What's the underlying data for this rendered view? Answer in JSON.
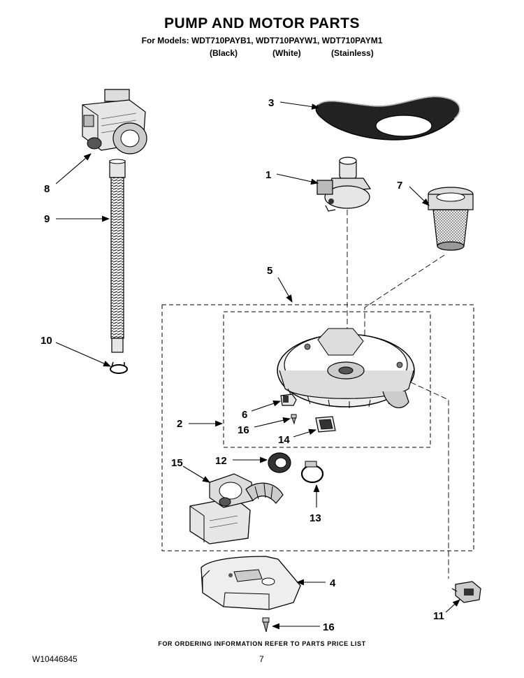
{
  "header": {
    "title": "PUMP AND MOTOR PARTS",
    "models_line": "For Models: WDT710PAYB1, WDT710PAYW1, WDT710PAYM1",
    "finishes": [
      "(Black)",
      "(White)",
      "(Stainless)"
    ]
  },
  "callouts": [
    {
      "id": "callout-1",
      "label": "1"
    },
    {
      "id": "callout-2",
      "label": "2"
    },
    {
      "id": "callout-3",
      "label": "3"
    },
    {
      "id": "callout-4",
      "label": "4"
    },
    {
      "id": "callout-5",
      "label": "5"
    },
    {
      "id": "callout-6",
      "label": "6"
    },
    {
      "id": "callout-7",
      "label": "7"
    },
    {
      "id": "callout-8",
      "label": "8"
    },
    {
      "id": "callout-9",
      "label": "9"
    },
    {
      "id": "callout-10",
      "label": "10"
    },
    {
      "id": "callout-11",
      "label": "11"
    },
    {
      "id": "callout-12",
      "label": "12"
    },
    {
      "id": "callout-13",
      "label": "13"
    },
    {
      "id": "callout-14",
      "label": "14"
    },
    {
      "id": "callout-15",
      "label": "15"
    },
    {
      "id": "callout-16a",
      "label": "16"
    },
    {
      "id": "callout-16b",
      "label": "16"
    }
  ],
  "footer": {
    "ordering_note": "FOR ORDERING INFORMATION REFER TO PARTS PRICE LIST",
    "doc_number": "W10446845",
    "page_number": "7"
  },
  "colors": {
    "line": "#000000",
    "part_fill": "#e6e6e6",
    "part_dark": "#333333",
    "background": "#ffffff"
  }
}
